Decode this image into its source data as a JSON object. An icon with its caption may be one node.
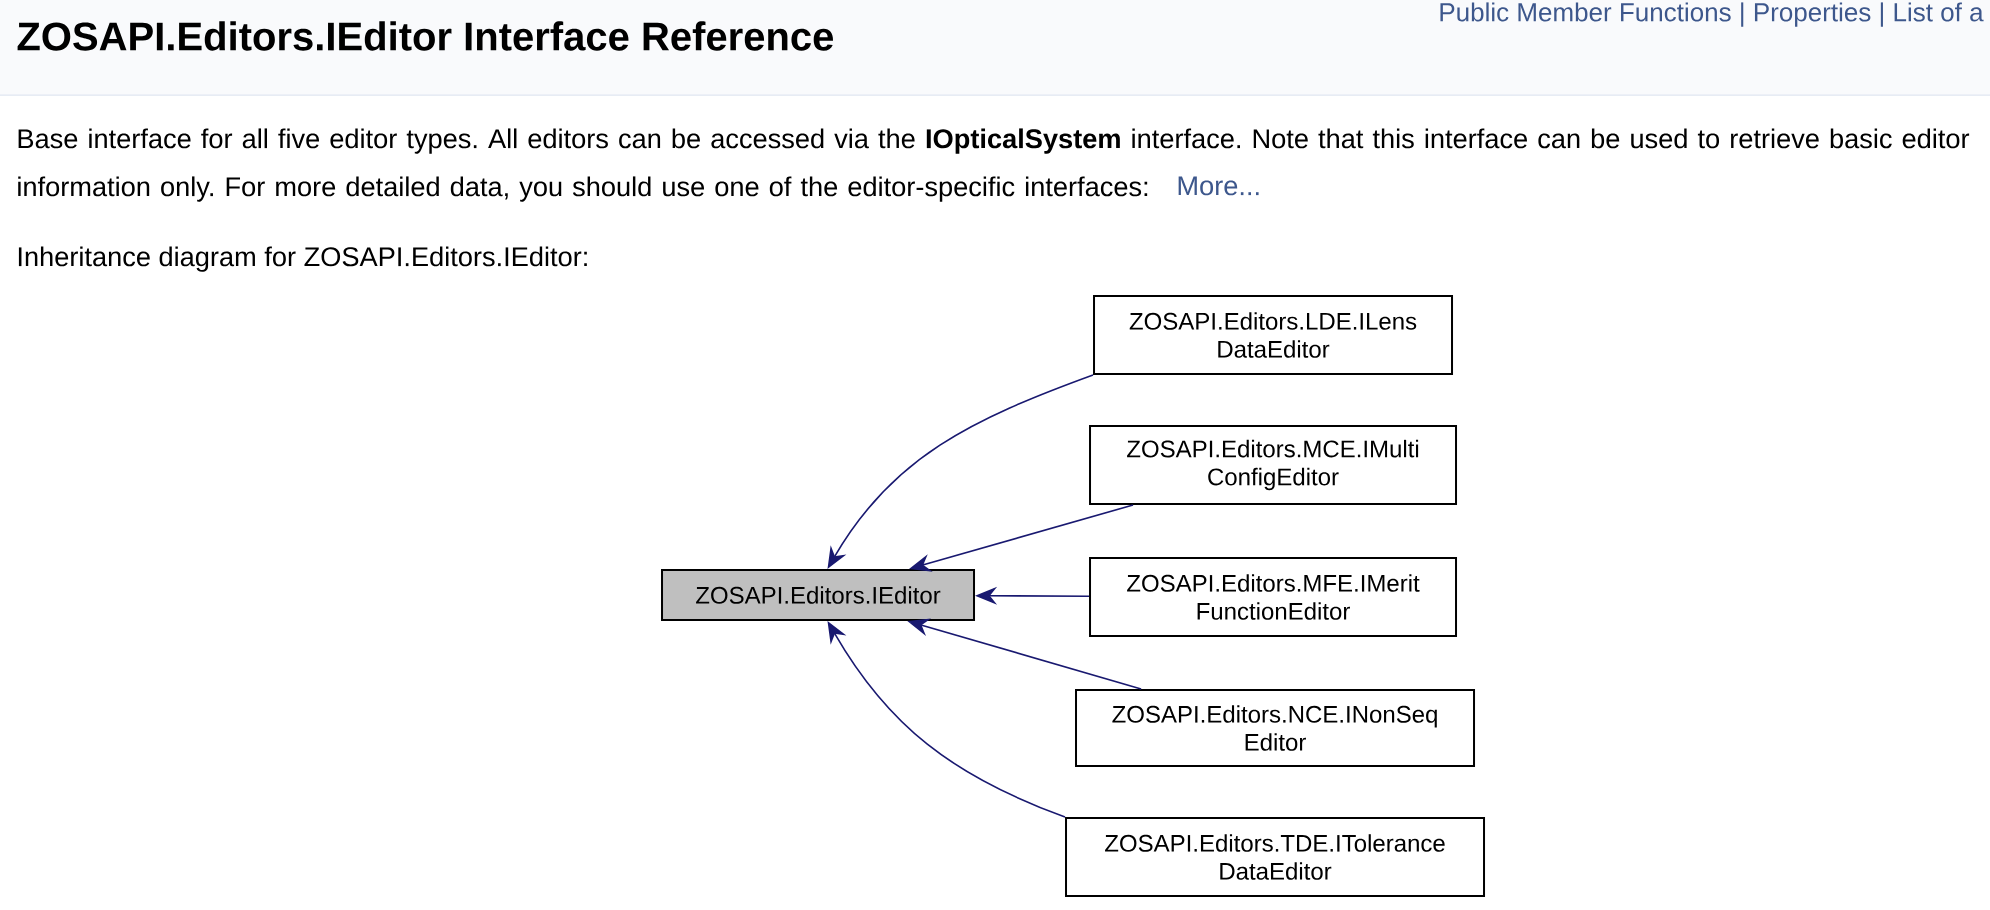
{
  "diagram": {
    "title": "ZOSAPI.Editors.IEditor Interface Reference",
    "nodes": [
      {
        "text": [
          "ZOSAPI.Editors.IEditor"
        ]
      },
      {
        "text": [
          "ZOSAPI.Editors.LDE.ILens DataEditor"
        ]
      },
      {
        "text": [
          "ZOSAPI.Editors.MCE.IMulti ConfigEditor"
        ]
      },
      {
        "text": [
          "ZOSAPI.Editors.MFE.IMerit FunctionEditor"
        ]
      },
      {
        "text": [
          "ZOSAPI.Editors.NCE.INonSeq Editor"
        ]
      },
      {
        "text": [
          "ZOSAPI.Editors.TDE.ITolerance DataEditor"
        ]
      }
    ],
    "edges": [
      {
        "from": 1,
        "to": 0,
        "arrow": "to"
      },
      {
        "from": 2,
        "to": 0,
        "arrow": "to"
      },
      {
        "from": 3,
        "to": 0,
        "arrow": "to"
      },
      {
        "from": 4,
        "to": 0,
        "arrow": "to"
      },
      {
        "from": 5,
        "to": 0,
        "arrow": "to"
      }
    ],
    "labels": [
      "Public Member Functions | Properties | List of a",
      "Base interface for all five editor types. All editors can be accessed via the **IOpticalSystem** interface. Note that this interface can be used to retrieve basic editor information only. For more detailed data, you should use one of the editor-specific interfaces:",
      "More...",
      "Inheritance diagram for ZOSAPI.Editors.IEditor:"
    ]
  }
}
